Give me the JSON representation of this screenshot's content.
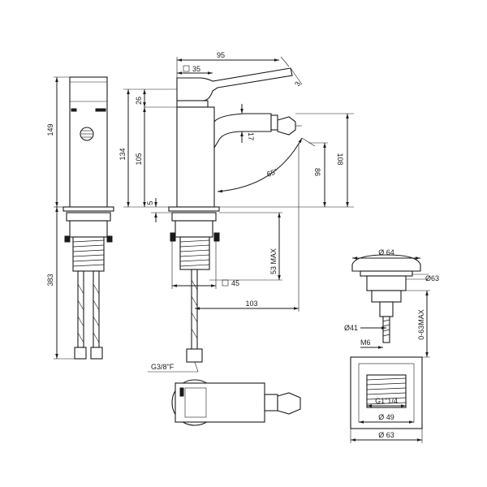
{
  "drawing": {
    "front_view": {
      "height_total": "149",
      "height_below": "383"
    },
    "side_view": {
      "width_95": "95",
      "square_35": "35",
      "dim_26": "26",
      "dim_3": "3",
      "dim_134": "134",
      "dim_105": "105",
      "dim_17": "17",
      "dim_86": "86",
      "dim_108": "108",
      "angle_65": "65°",
      "dim_5": "5",
      "max_53": "53 MAX",
      "square_45": "45",
      "dim_103": "103",
      "thread_g38": "G3/8\"F"
    },
    "waste_view": {
      "dia_64": "64",
      "dia_63_top": "63",
      "range_063": "0-63MAX",
      "dia_41": "41",
      "m6": "M6",
      "g114": "G1\"1/4",
      "dia_49": "49",
      "dia_63_bottom": "63"
    }
  }
}
